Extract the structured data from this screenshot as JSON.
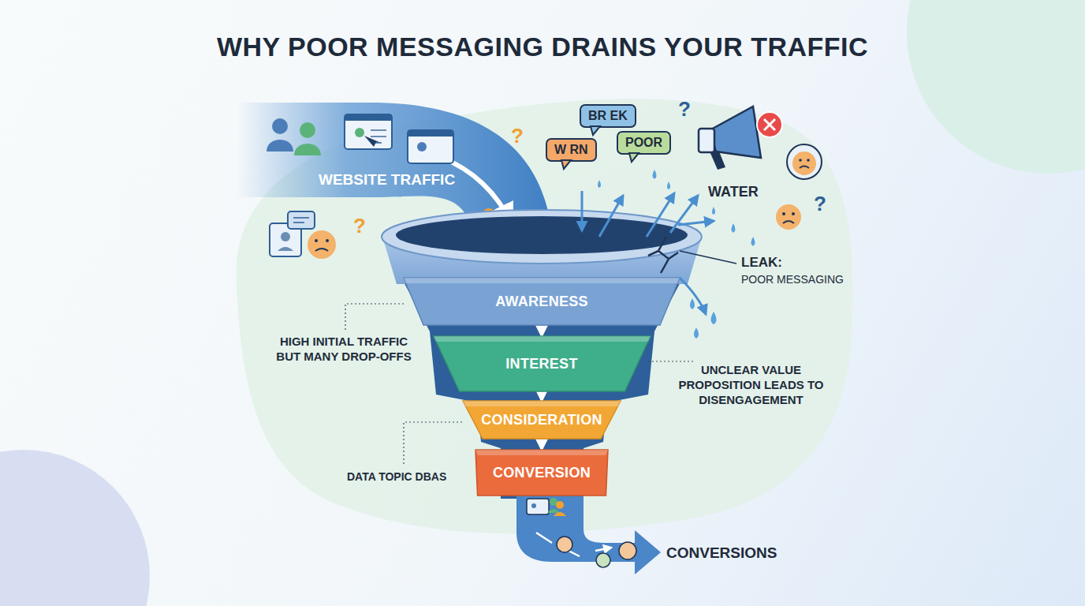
{
  "diagram": {
    "title": "WHY POOR MESSAGING DRAINS YOUR TRAFFIC",
    "nodes": [
      {
        "text": [
          "BR EK"
        ]
      },
      {
        "text": [
          "W RN"
        ]
      },
      {
        "text": [
          "POOR"
        ]
      },
      {
        "text": [
          "AWARENESS"
        ]
      },
      {
        "text": [
          "INTEREST"
        ]
      },
      {
        "text": [
          "CONSIDERATION"
        ]
      },
      {
        "text": [
          "CONVERSION"
        ]
      }
    ],
    "edges": [
      {
        "from": 3,
        "to": 4,
        "arrow": "to"
      },
      {
        "from": 4,
        "to": 5,
        "arrow": "to"
      },
      {
        "from": 5,
        "to": 6,
        "arrow": "to"
      }
    ],
    "labels": [
      "WEBSITE TRAFFIC",
      "WATER",
      "LEAK:",
      "POOR MESSAGING",
      "HIGH INITIAL TRAFFIC BUT MANY DROP-OFFS",
      "UNCLEAR VALUE PROPOSITION LEADS TO DISENGAGEMENT",
      "DATA TOPIC DBAS",
      "CONVERSIONS",
      "?",
      "?",
      "?",
      "?"
    ]
  }
}
